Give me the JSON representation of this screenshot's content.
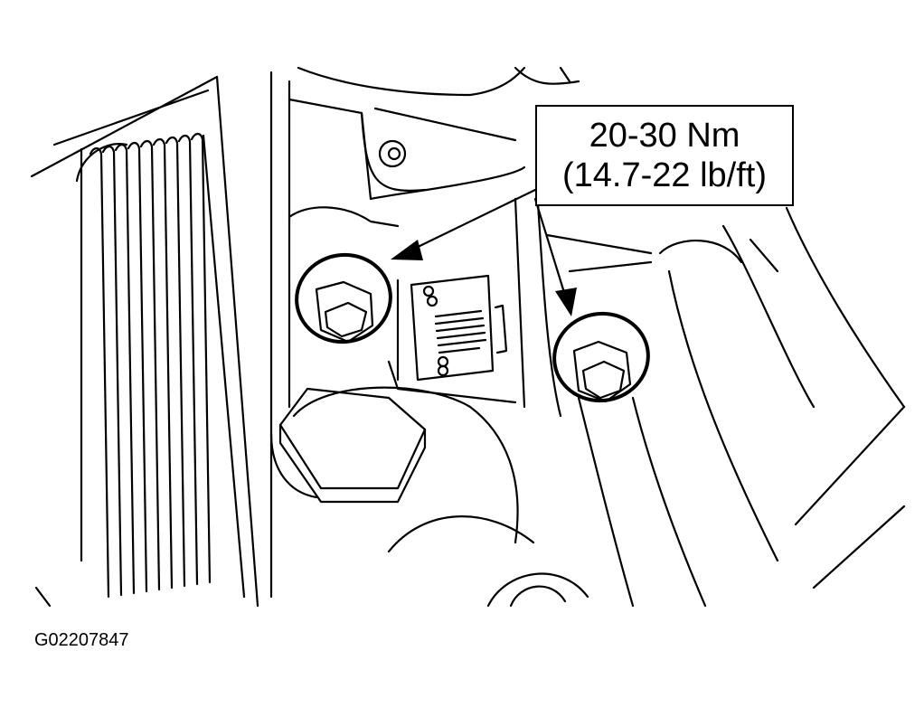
{
  "callout": {
    "line1": "20-30 Nm",
    "line2": "(14.7-22 lb/ft)"
  },
  "figure_id": "G02207847"
}
